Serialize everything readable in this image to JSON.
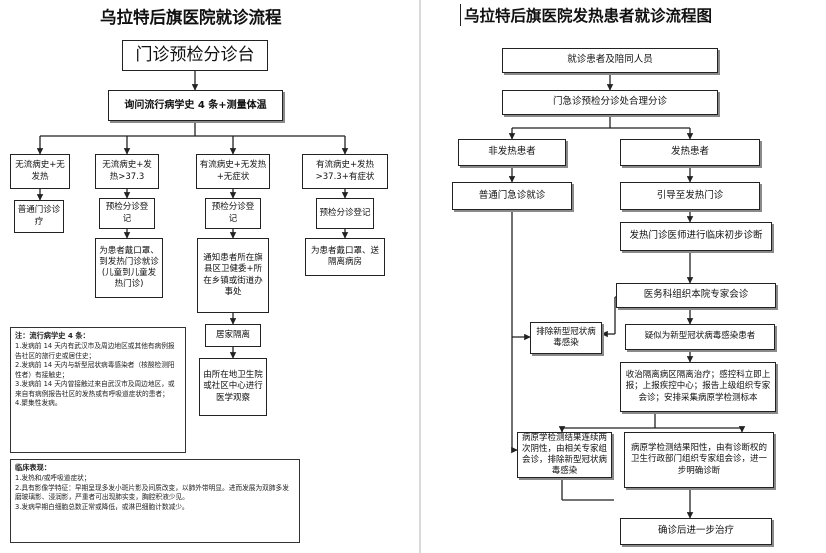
{
  "left": {
    "title": "乌拉特后旗医院就诊流程",
    "triage": "门诊预检分诊台",
    "inquiry": "询问流行病学史 4 条+测量体温",
    "branch1": {
      "cond": "无流病史+无发热",
      "step1": "普通门诊诊疗"
    },
    "branch2": {
      "cond": "无流病史+发热>37.3",
      "step1": "预检分诊登记",
      "step2": "为患者戴口罩、到发热门诊就诊(儿童到儿童发热门诊)"
    },
    "branch3": {
      "cond": "有流病史+无发热+无症状",
      "step1": "预检分诊登记",
      "step2": "通知患者所在旗县区卫健委+所在乡镇或街道办事处",
      "step3": "居家隔离",
      "step4": "由所在地卫生院或社区中心进行医学观察"
    },
    "branch4": {
      "cond": "有流病史+发热>37.3+有症状",
      "step1": "预检分诊登记",
      "step2": "为患者戴口罩、送隔离病房"
    },
    "note1": {
      "heading": "注：流行病学史 4 条：",
      "lines": [
        "1.发病前 14 天内有武汉市及周边地区或其他有病例报告社区的旅行史或居住史；",
        "2.发病前 14 天内与新型冠状病毒感染者（核酸检测阳性者）有接触史；",
        "3.发病前 14 天内曾接触过来自武汉市及周边地区，或来自有病例报告社区的发热或有呼吸道症状的患者；",
        "4.聚集性发病。"
      ]
    },
    "note2": {
      "heading": "临床表现：",
      "lines": [
        "1.发热和/或呼吸道症状；",
        "2.具有影像学特征：早期呈现多发小斑片影及间质改变，以肺外带明显。进而发展为双肺多发磨玻璃影、浸润影，严重者可出现肺实变，胸腔积液少见。",
        "3.发病早期白细胞总数正常或降低，或淋巴细胞计数减少。"
      ]
    }
  },
  "right": {
    "title": "乌拉特后旗医院发热患者就诊流程图",
    "patients": "就诊患者及陪同人员",
    "triage": "门急诊预检分诊处合理分诊",
    "non_fever": "非发热患者",
    "fever": "发热患者",
    "general_clinic": "普通门急诊就诊",
    "guide": "引导至发热门诊",
    "initial_dx": "发热门诊医师进行临床初步诊断",
    "consult": "医务科组织本院专家会诊",
    "exclude": "排除新型冠状病毒感染",
    "suspected": "疑似为新型冠状病毒感染患者",
    "isolation": "收治隔离病区隔离治疗；感控科立即上报；上报疾控中心；报告上级组织专家会诊；安排采集病原学检测标本",
    "negative": "病原学检测结果连续两次阴性，由相关专家组会诊，排除新型冠状病毒感染",
    "positive": "病原学检测结果阳性，由有诊断权的卫生行政部门组织专家组会诊，进一步明确诊断",
    "confirmed": "确诊后进一步治疗"
  }
}
